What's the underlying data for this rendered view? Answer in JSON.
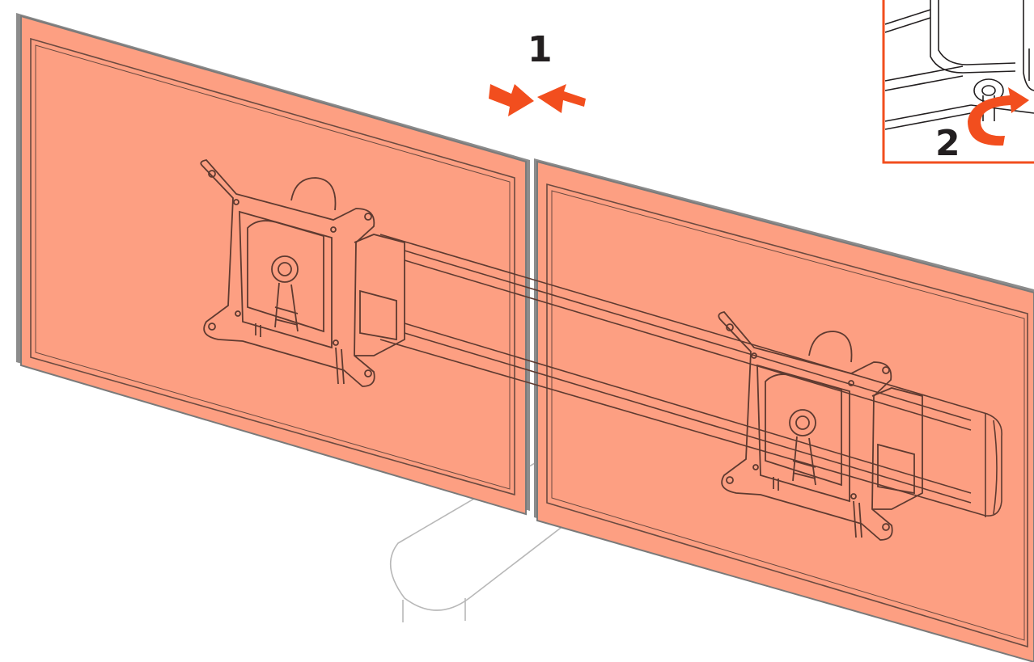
{
  "diagram": {
    "steps": [
      {
        "number": "1",
        "action": "push-monitors-together"
      },
      {
        "number": "2",
        "action": "tighten-screw"
      }
    ],
    "colors": {
      "monitor_fill": "#fd9f82",
      "outline": "#6b6b6b",
      "accent_arrow": "#f24e1e",
      "inset_border": "#f24e1e",
      "label": "#231f20"
    },
    "icons": [
      "push-arrow-right-icon",
      "push-arrow-left-icon",
      "rotate-arrow-icon"
    ]
  }
}
